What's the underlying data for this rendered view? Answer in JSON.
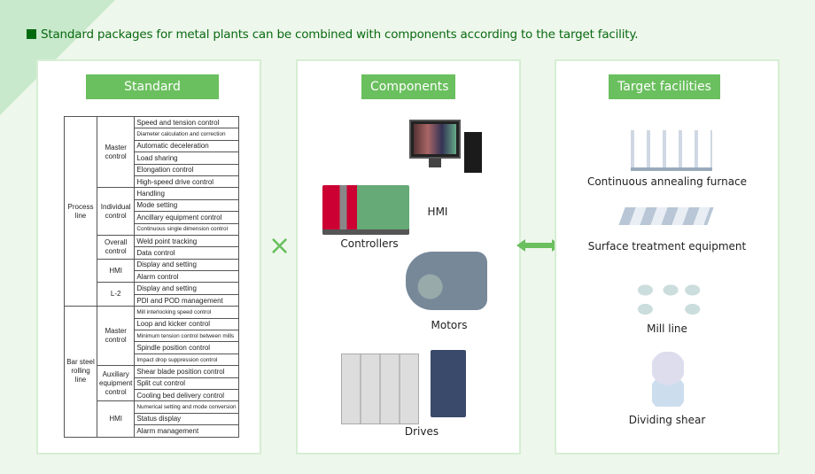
{
  "heading": "Standard packages for metal plants can be combined with components according to the target facility.",
  "operator": "×",
  "packages": {
    "label": "Standard packages",
    "groups": [
      {
        "name": "Process line",
        "subs": [
          {
            "name": "Master control",
            "items": [
              "Speed and tension control",
              "Diameter calculation and correction",
              "Automatic deceleration",
              "Load sharing",
              "Elongation control",
              "High-speed drive control"
            ]
          },
          {
            "name": "Individual control",
            "items": [
              "Handling",
              "Mode setting",
              "Ancillary equipment control",
              "Continuous single dimension control"
            ]
          },
          {
            "name": "Overall control",
            "items": [
              "Weld point tracking",
              "Data control"
            ]
          },
          {
            "name": "HMI",
            "items": [
              "Display and setting",
              "Alarm control"
            ]
          },
          {
            "name": "L-2",
            "items": [
              "Display and setting",
              "PDI and POD management"
            ]
          }
        ]
      },
      {
        "name": "Bar steel rolling line",
        "subs": [
          {
            "name": "Master control",
            "items": [
              "Mill interlocking speed control",
              "Loop and kicker control",
              "Minimum tension control between mills",
              "Spindle position control",
              "Impact drop suppression control"
            ]
          },
          {
            "name": "Auxiliary equipment control",
            "items": [
              "Shear blade position control",
              "Split cut control",
              "Cooling bed delivery control"
            ]
          },
          {
            "name": "HMI",
            "items": [
              "Numerical setting and mode conversion",
              "Status display",
              "Alarm management"
            ]
          }
        ]
      }
    ]
  },
  "components": {
    "label": "Components",
    "items": [
      "HMI",
      "Controllers",
      "Motors",
      "Drives"
    ]
  },
  "targets": {
    "label": "Target facilities",
    "items": [
      "Continuous annealing furnace",
      "Surface treatment equipment",
      "Mill line",
      "Dividing shear"
    ]
  }
}
